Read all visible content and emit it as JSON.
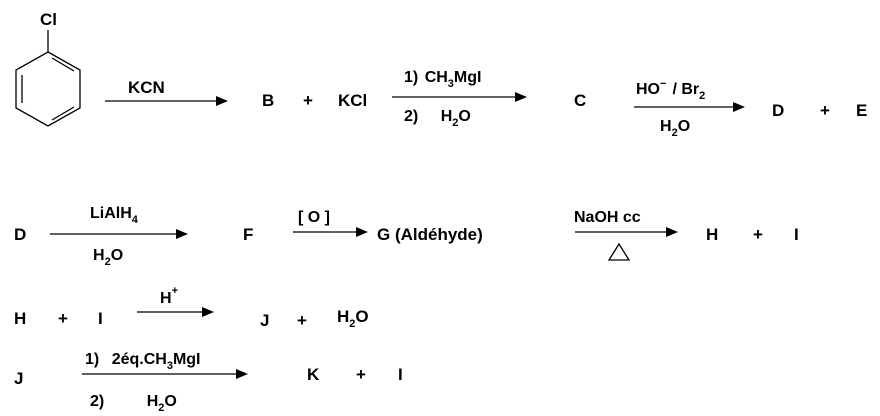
{
  "molecule": {
    "substituent": "Cl",
    "ring_icon": "benzene-ring"
  },
  "row1": {
    "arrow1_reagent": "KCN",
    "product_b": "B",
    "plus1": "+",
    "byproduct_kcl": "KCl",
    "arrow2": {
      "step1_prefix": "1)",
      "reagent_ch": "CH",
      "sub3": "3",
      "reagent_mgi": "MgI",
      "step2_prefix": "2)",
      "water_h": "H",
      "sub2": "2",
      "water_o": "O"
    },
    "product_c": "C",
    "arrow3": {
      "hydroxide": "HO",
      "minus": "−",
      "slash_br": "/ Br",
      "sub2": "2",
      "water_h": "H",
      "water_sub": "2",
      "water_o": "O"
    },
    "product_d": "D",
    "plus2": "+",
    "product_e": "E"
  },
  "row2": {
    "start_d": "D",
    "arrow1": {
      "reagent": "LiAlH",
      "sub4": "4",
      "water_h": "H",
      "water_sub": "2",
      "water_o": "O"
    },
    "product_f": "F",
    "arrow2_reagent": "[ O ]",
    "product_g": "G (Aldéhyde)",
    "arrow3": {
      "reagent": "NaOH cc",
      "heat_icon": "triangle-heat"
    },
    "product_h": "H",
    "plus": "+",
    "product_i": "I"
  },
  "row3": {
    "start_h": "H",
    "plus1": "+",
    "start_i": "I",
    "arrow": {
      "reagent": "H",
      "sup": "+"
    },
    "product_j": "J",
    "plus2": "+",
    "water_h": "H",
    "water_sub": "2",
    "water_o": "O"
  },
  "row4": {
    "start_j": "J",
    "arrow": {
      "step1_prefix": "1)",
      "equiv": "2éq.CH",
      "sub3": "3",
      "mgi": "MgI",
      "step2_prefix": "2)",
      "water_h": "H",
      "water_sub": "2",
      "water_o": "O"
    },
    "product_k": "K",
    "plus": "+",
    "product_i": "I"
  }
}
